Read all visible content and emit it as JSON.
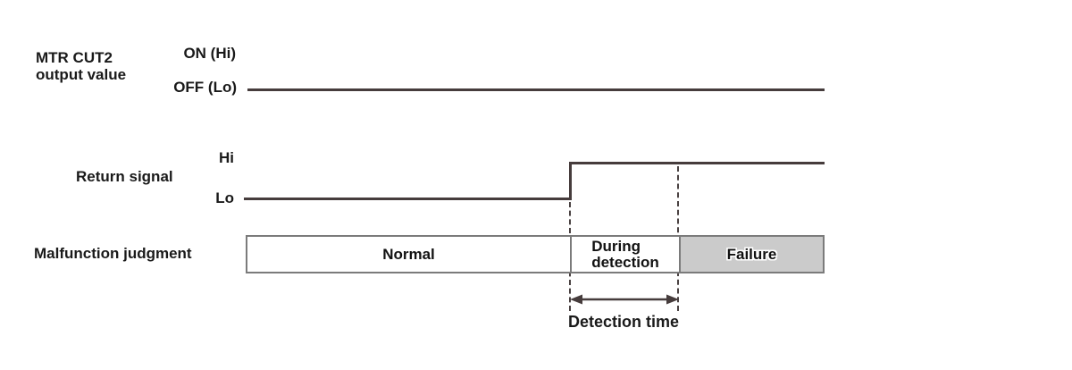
{
  "rows": {
    "mtr_cut2": {
      "label_line1": "MTR CUT2",
      "label_line2": "output value",
      "high": "ON (Hi)",
      "low": "OFF (Lo)",
      "waveform": "stays at OFF (Lo) for entire duration"
    },
    "return_signal": {
      "label": "Return signal",
      "high": "Hi",
      "low": "Lo",
      "waveform": "starts Lo, steps up to Hi at detection start and stays Hi"
    },
    "malfunction_judgment": {
      "label": "Malfunction judgment",
      "segments": {
        "normal": "Normal",
        "during_line1": "During",
        "during_line2": "detection",
        "failure": "Failure"
      }
    }
  },
  "annotation": {
    "detection_time": "Detection time"
  },
  "colors": {
    "signal_line": "#463c3c",
    "box_border": "#7b7b7b",
    "failure_fill": "#cbcbcb",
    "text": "#1a1a1a"
  }
}
